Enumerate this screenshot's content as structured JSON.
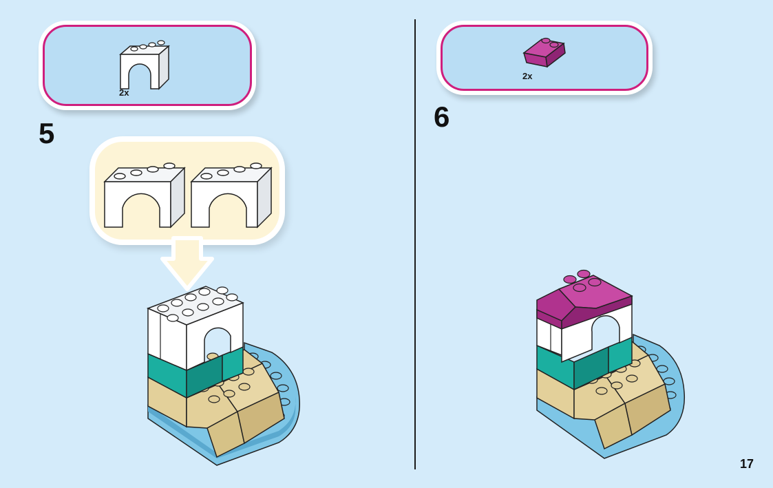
{
  "steps": [
    {
      "number": "5",
      "parts": [
        {
          "name": "white-arch-brick",
          "quantity": "2x"
        }
      ]
    },
    {
      "number": "6",
      "parts": [
        {
          "name": "magenta-slope-brick",
          "quantity": "2x"
        }
      ]
    }
  ],
  "page_number": "17",
  "colors": {
    "background": "#d4ebfa",
    "parts_box_fill": "#b9ddf4",
    "parts_box_border": "#cf1e7d",
    "callout_fill": "#fdf4d6",
    "arrow_fill": "#fdf4d6",
    "white_brick": "#ffffff",
    "teal_brick": "#1bafa0",
    "tan_brick": "#e3d09a",
    "light_blue_plate": "#7ec6e6",
    "magenta_brick": "#b0338e"
  }
}
